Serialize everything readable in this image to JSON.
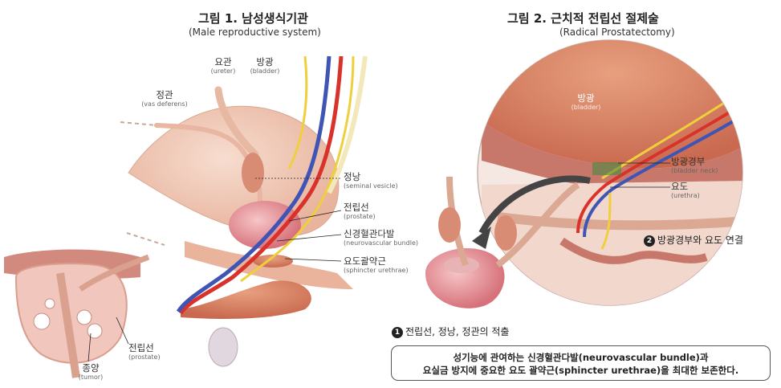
{
  "fig1": {
    "title": "그림 1. 남성생식기관",
    "subtitle": "(Male reproductive system)",
    "labels": {
      "ureter": {
        "ko": "요관",
        "en": "(ureter)"
      },
      "bladder": {
        "ko": "방광",
        "en": "(bladder)"
      },
      "vas": {
        "ko": "정관",
        "en": "(vas deferens)"
      },
      "seminal": {
        "ko": "정낭",
        "en": "(seminal vesicle)"
      },
      "prostate": {
        "ko": "전립선",
        "en": "(prostate)"
      },
      "nvb": {
        "ko": "신경혈관다발",
        "en": "(neurovascular bundle)"
      },
      "sphincter": {
        "ko": "요도괄약근",
        "en": "(sphincter urethrae)"
      },
      "inset_prostate": {
        "ko": "전립선",
        "en": "(prostate)"
      },
      "tumor": {
        "ko": "종양",
        "en": "(tumor)"
      }
    }
  },
  "fig2": {
    "title": "그림 2. 근치적 전립선 절제술",
    "subtitle": "(Radical Prostatectomy)",
    "labels": {
      "bladder": {
        "ko": "방광",
        "en": "(bladder)"
      },
      "neck": {
        "ko": "방광경부",
        "en": "(bladder neck)"
      },
      "urethra": {
        "ko": "요도",
        "en": "(urethra)"
      }
    },
    "step1": {
      "num": "1",
      "text": "전립선, 정낭, 정관의 적출"
    },
    "step2": {
      "num": "2",
      "text": "방광경부와 요도 연결"
    },
    "note": {
      "line1": "성기능에 관여하는 신경혈관다발(neurovascular bundle)과",
      "line2": "요실금 방지에 중요한 요도 괄약근(sphincter urethrae)을 최대한 보존한다."
    }
  },
  "colors": {
    "tissue": "#f1c9b8",
    "muscle": "#d98467",
    "artery": "#d9322b",
    "vein": "#3e55b5",
    "nerve": "#f0cf3d",
    "prostate": "#e89aa0"
  }
}
